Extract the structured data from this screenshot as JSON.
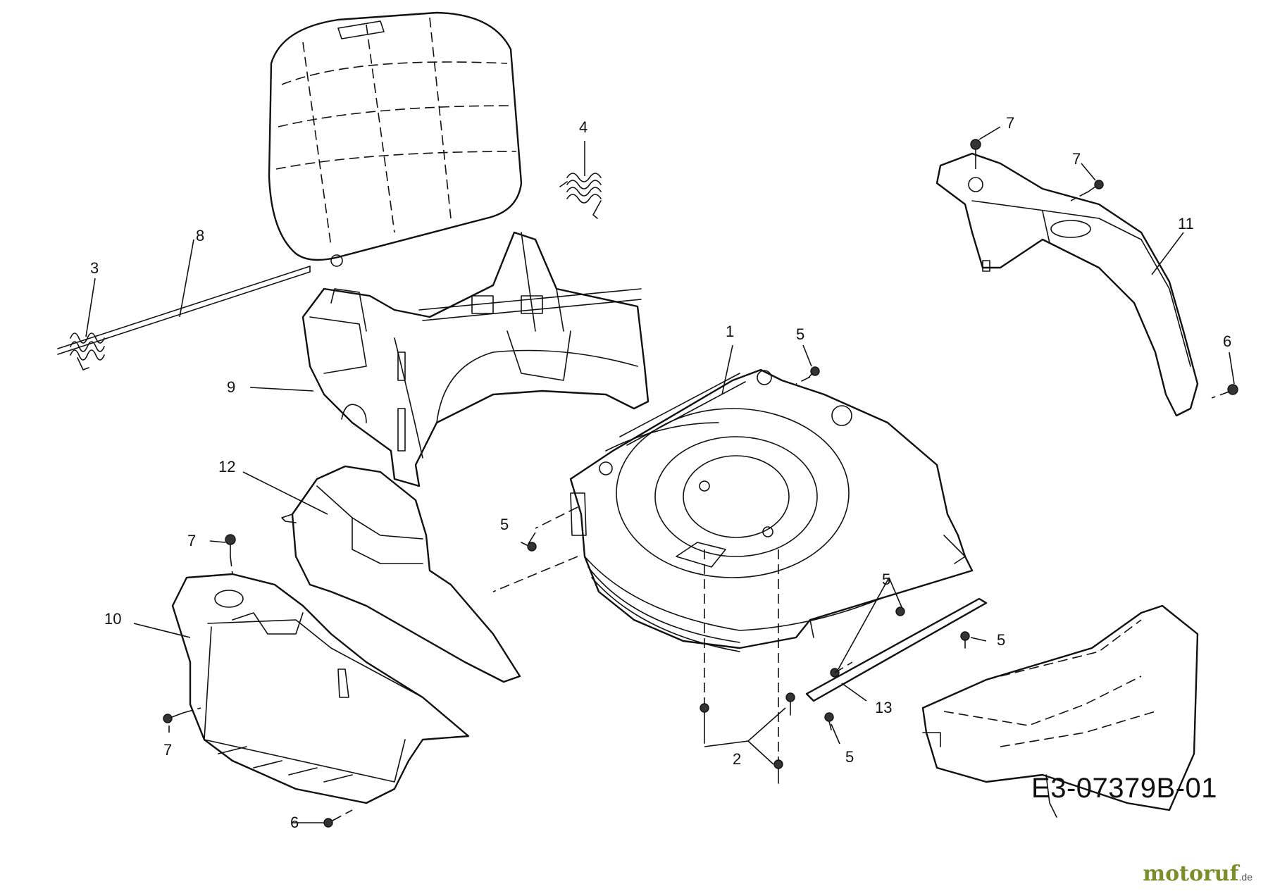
{
  "labels": {
    "p1": "1",
    "p2": "2",
    "p3": "3",
    "p4": "4",
    "p5a": "5",
    "p5b": "5",
    "p5c": "5",
    "p5d": "5",
    "p5e": "5",
    "p6a": "6",
    "p6b": "6",
    "p7a": "7",
    "p7b": "7",
    "p7c": "7",
    "p7d": "7",
    "p8": "8",
    "p9": "9",
    "p10": "10",
    "p11": "11",
    "p12": "12",
    "p13": "13"
  },
  "drawing_code": "E3-07379B-01",
  "brand": {
    "name": "motoruf",
    "tld": ".de"
  },
  "colors": {
    "line": "#111111",
    "background": "#ffffff",
    "brand": "#7a8f2a"
  }
}
